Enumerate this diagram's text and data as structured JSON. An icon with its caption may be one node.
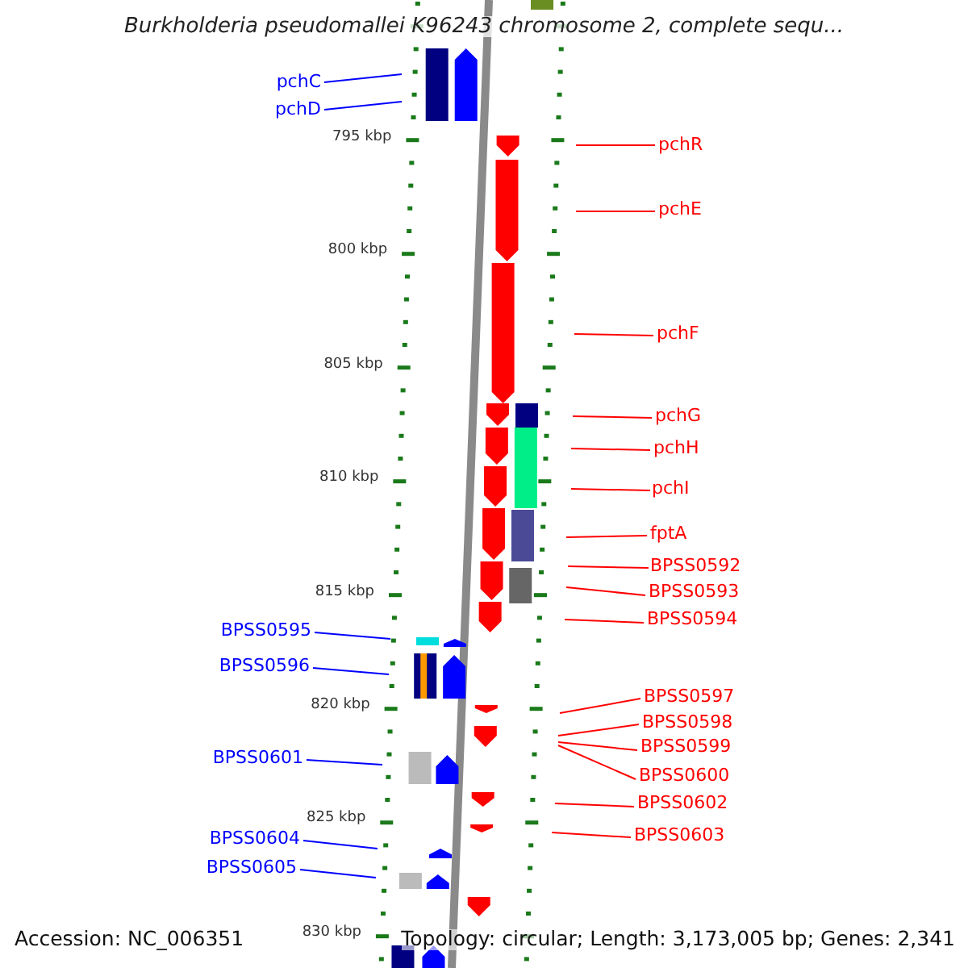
{
  "diagram": {
    "title": "Burkholderia pseudomallei K96243 chromosome 2, complete sequ...",
    "nodes": [
      {
        "text": [
          "pchC"
        ]
      },
      {
        "text": [
          "pchD"
        ]
      },
      {
        "text": [
          "BPSS0595"
        ]
      },
      {
        "text": [
          "BPSS0596"
        ]
      },
      {
        "text": [
          "BPSS0601"
        ]
      },
      {
        "text": [
          "BPSS0604"
        ]
      },
      {
        "text": [
          "BPSS0605"
        ]
      },
      {
        "text": [
          "pchR"
        ]
      },
      {
        "text": [
          "pchE"
        ]
      },
      {
        "text": [
          "pchF"
        ]
      },
      {
        "text": [
          "pchG"
        ]
      },
      {
        "text": [
          "pchH"
        ]
      },
      {
        "text": [
          "pchI"
        ]
      },
      {
        "text": [
          "fptA"
        ]
      },
      {
        "text": [
          "BPSS0592"
        ]
      },
      {
        "text": [
          "BPSS0593"
        ]
      },
      {
        "text": [
          "BPSS0594"
        ]
      },
      {
        "text": [
          "BPSS0597"
        ]
      },
      {
        "text": [
          "BPSS0598"
        ]
      },
      {
        "text": [
          "BPSS0599"
        ]
      },
      {
        "text": [
          "BPSS0600"
        ]
      },
      {
        "text": [
          "BPSS0602"
        ]
      },
      {
        "text": [
          "BPSS0603"
        ]
      }
    ],
    "edges": [
      {
        "from": 0,
        "to": null,
        "arrow": "none",
        "color": "#0000ff"
      },
      {
        "from": 1,
        "to": null,
        "arrow": "none",
        "color": "#0000ff"
      },
      {
        "from": 2,
        "to": null,
        "arrow": "none",
        "color": "#0000ff"
      },
      {
        "from": 3,
        "to": null,
        "arrow": "none",
        "color": "#0000ff"
      },
      {
        "from": 4,
        "to": null,
        "arrow": "none",
        "color": "#0000ff"
      },
      {
        "from": 5,
        "to": null,
        "arrow": "none",
        "color": "#0000ff"
      },
      {
        "from": 6,
        "to": null,
        "arrow": "none",
        "color": "#0000ff"
      },
      {
        "from": 7,
        "to": null,
        "arrow": "none"
      },
      {
        "from": 8,
        "to": null,
        "arrow": "none"
      },
      {
        "from": 9,
        "to": null,
        "arrow": "none"
      },
      {
        "from": 10,
        "to": null,
        "arrow": "none"
      },
      {
        "from": 11,
        "to": null,
        "arrow": "none"
      },
      {
        "from": 12,
        "to": null,
        "arrow": "none"
      },
      {
        "from": 13,
        "to": null,
        "arrow": "none"
      },
      {
        "from": 14,
        "to": null,
        "arrow": "none"
      },
      {
        "from": 15,
        "to": null,
        "arrow": "none"
      },
      {
        "from": 16,
        "to": null,
        "arrow": "none"
      },
      {
        "from": 17,
        "to": null,
        "arrow": "none"
      },
      {
        "from": 18,
        "to": null,
        "arrow": "none"
      },
      {
        "from": 19,
        "to": null,
        "arrow": "none"
      },
      {
        "from": 20,
        "to": null,
        "arrow": "none"
      },
      {
        "from": 21,
        "to": null,
        "arrow": "none"
      },
      {
        "from": 22,
        "to": null,
        "arrow": "none"
      }
    ],
    "labels": [
      "795 kbp",
      "800 kbp",
      "805 kbp",
      "810 kbp",
      "815 kbp",
      "820 kbp",
      "825 kbp",
      "830 kbp",
      "Accession: NC_006351",
      "Topology: circular; Length: 3,173,005 bp; Genes: 2,341"
    ]
  }
}
